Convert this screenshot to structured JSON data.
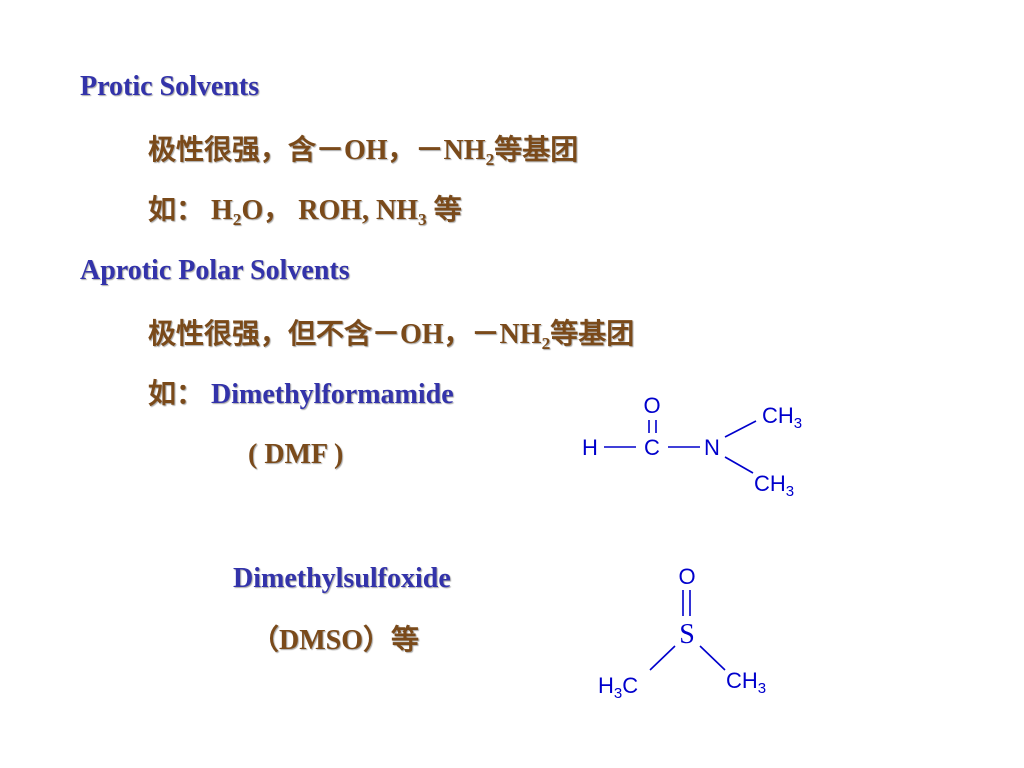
{
  "protic": {
    "title": "Protic Solvents",
    "line1": {
      "prefix": "极性很强，含－OH，－NH",
      "sub": "2",
      "suffix": "等基团"
    },
    "line2": {
      "prefix": "如：",
      "p1": " H",
      "s1": "2",
      "p2": "O，  ROH,  NH",
      "s2": "3",
      "p3": " 等"
    }
  },
  "aprotic": {
    "title": "Aprotic Polar Solvents",
    "line1": {
      "prefix": "极性很强，但不含－OH，－NH",
      "sub": "2",
      "suffix": "等基团"
    },
    "line2": {
      "prefix": "如：",
      "name": " Dimethylformamide"
    },
    "line3": "( DMF )",
    "line4": "Dimethylsulfoxide",
    "line5": "（DMSO）等"
  },
  "dmf_structure": {
    "O": "O",
    "H": "H",
    "C": "C",
    "N": "N",
    "CH_top": "CH",
    "CH_top_sub": "3",
    "CH_bot": "CH",
    "CH_bot_sub": "3"
  },
  "dmso_structure": {
    "O": "O",
    "S": "S",
    "H_left": "H",
    "H_left_sub": "3",
    "C_left": "C",
    "CH_right": "CH",
    "CH_right_sub": "3"
  },
  "colors": {
    "heading": "#3333aa",
    "body": "#7a4a1a",
    "structure": "#0000cc"
  }
}
